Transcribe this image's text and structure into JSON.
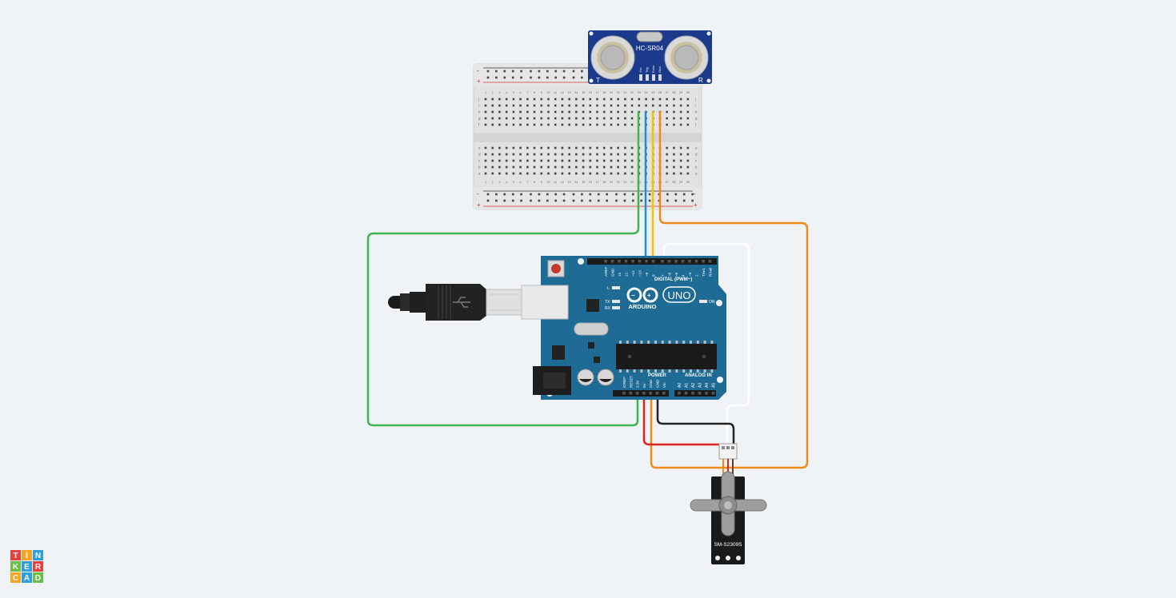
{
  "sensor": {
    "model": "HC-SR04",
    "label_t": "T",
    "label_r": "R",
    "pins": [
      "Vcc",
      "Trig",
      "Echo",
      "Gnd"
    ]
  },
  "breadboard": {
    "columns": [
      "1",
      "2",
      "3",
      "4",
      "5",
      "6",
      "7",
      "8",
      "9",
      "10",
      "11",
      "12",
      "13",
      "14",
      "15",
      "16",
      "17",
      "18",
      "19",
      "20",
      "21",
      "22",
      "23",
      "24",
      "25",
      "26",
      "27",
      "28",
      "29",
      "30"
    ],
    "rows_top": [
      "j",
      "i",
      "h",
      "g",
      "f"
    ],
    "rows_bottom": [
      "e",
      "d",
      "c",
      "b",
      "a"
    ],
    "rail_minus": "-",
    "rail_plus": "+"
  },
  "arduino": {
    "brand": "ARDUINO",
    "model": "UNO",
    "digital_label": "DIGITAL (PWM~)",
    "power_label": "POWER",
    "analog_label": "ANALOG IN",
    "on_label": "ON",
    "led_l": "L",
    "led_tx": "TX",
    "led_rx": "RX",
    "digital_pins": [
      "AREF",
      "GND",
      "13",
      "12",
      "~11",
      "~10",
      "~9",
      "8",
      "7",
      "~6",
      "~5",
      "4",
      "~3",
      "2",
      "TX▸1",
      "RX◂0"
    ],
    "power_pins": [
      "IOREF",
      "RESET",
      "3.3V",
      "5V",
      "GND",
      "GND",
      "Vin"
    ],
    "analog_pins": [
      "A0",
      "A1",
      "A2",
      "A3",
      "A4",
      "A5"
    ]
  },
  "servo": {
    "model": "SM-S2309S"
  },
  "logo": {
    "letters": [
      "T",
      "I",
      "N",
      "K",
      "E",
      "R",
      "C",
      "A",
      "D"
    ]
  }
}
